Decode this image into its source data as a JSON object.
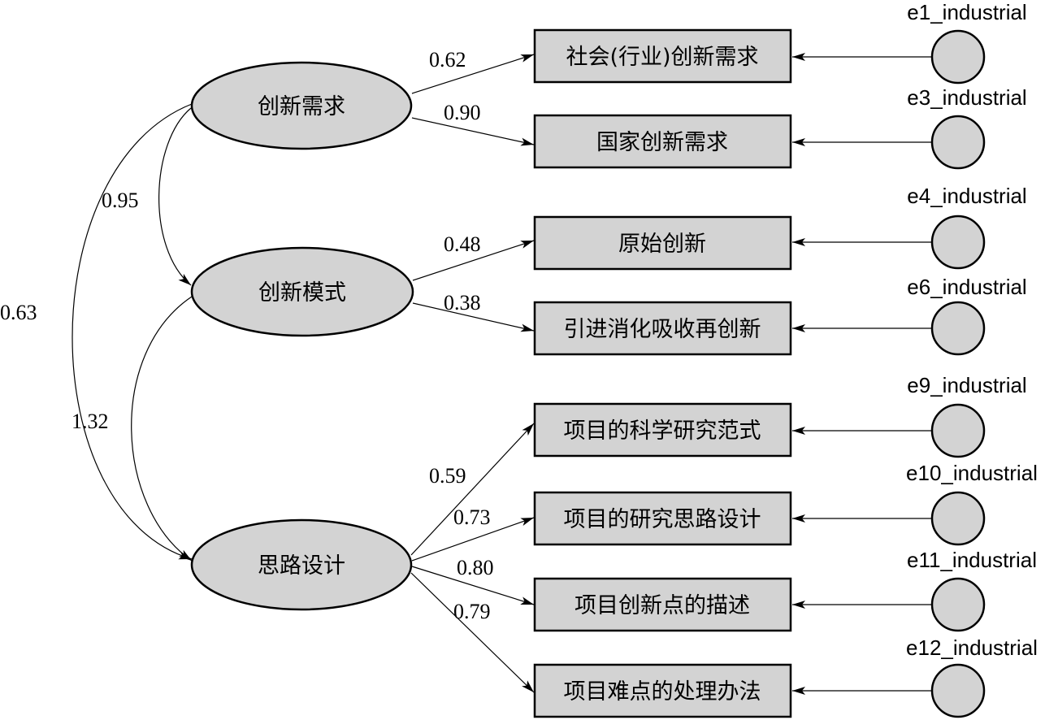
{
  "latent_factors": [
    {
      "id": "demand",
      "label": "创新需求"
    },
    {
      "id": "mode",
      "label": "创新模式"
    },
    {
      "id": "design",
      "label": "思路设计"
    }
  ],
  "indicators": [
    {
      "id": "i1",
      "label": "社会(行业)创新需求",
      "factor": "demand",
      "loading": "0.62",
      "error": "e1_industrial"
    },
    {
      "id": "i2",
      "label": "国家创新需求",
      "factor": "demand",
      "loading": "0.90",
      "error": "e3_industrial"
    },
    {
      "id": "i3",
      "label": "原始创新",
      "factor": "mode",
      "loading": "0.48",
      "error": "e4_industrial"
    },
    {
      "id": "i4",
      "label": "引进消化吸收再创新",
      "factor": "mode",
      "loading": "0.38",
      "error": "e6_industrial"
    },
    {
      "id": "i5",
      "label": "项目的科学研究范式",
      "factor": "design",
      "loading": "0.59",
      "error": "e9_industrial"
    },
    {
      "id": "i6",
      "label": "项目的研究思路设计",
      "factor": "design",
      "loading": "0.73",
      "error": "e10_industrial"
    },
    {
      "id": "i7",
      "label": "项目创新点的描述",
      "factor": "design",
      "loading": "0.80",
      "error": "e11_industrial"
    },
    {
      "id": "i8",
      "label": "项目难点的处理办法",
      "factor": "design",
      "loading": "0.79",
      "error": "e12_industrial"
    }
  ],
  "covariances": [
    {
      "from": "demand",
      "to": "mode",
      "value": "0.95"
    },
    {
      "from": "mode",
      "to": "design",
      "value": "1.32"
    },
    {
      "from": "demand",
      "to": "design",
      "value": "0.63"
    }
  ],
  "colors": {
    "fill": "#d3d3d3",
    "stroke": "#000000",
    "background": "#ffffff"
  }
}
